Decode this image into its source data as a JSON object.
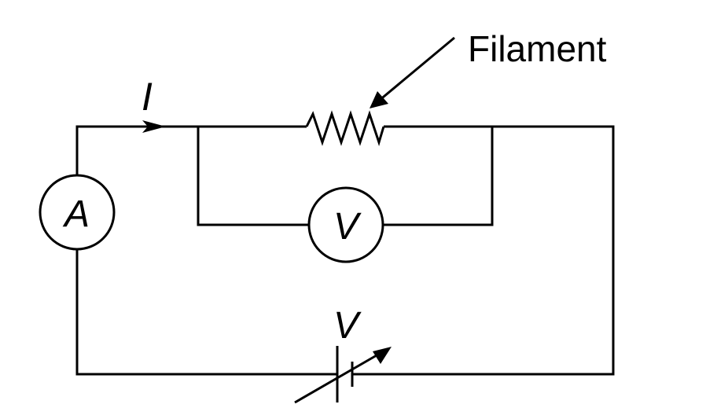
{
  "labels": {
    "filament": "Filament",
    "current": "I",
    "ammeter": "A",
    "voltmeter": "V",
    "supply": "V"
  },
  "colors": {
    "line": "#000000",
    "background": "#ffffff"
  }
}
